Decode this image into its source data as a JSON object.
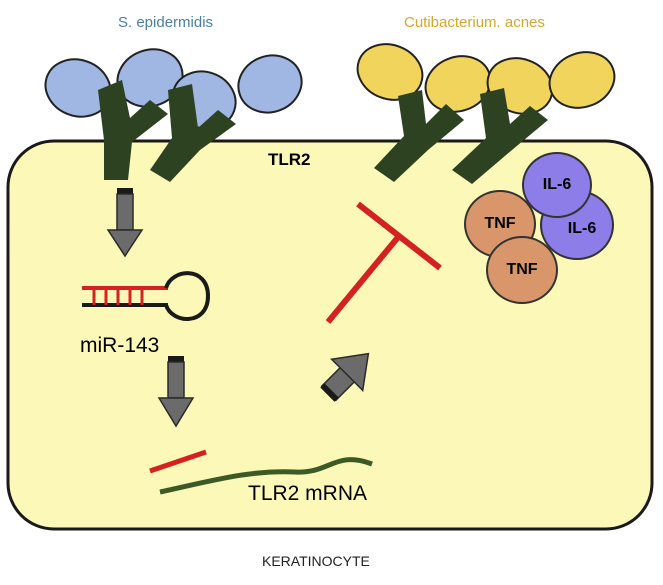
{
  "labels": {
    "bacterium_1": "S. epidermidis",
    "bacterium_2": "Cutibacterium. acnes",
    "receptor": "TLR2",
    "mirna": "miR-143",
    "mrna": "TLR2 mRNA",
    "cell": "KERATINOCYTE"
  },
  "cytokines": [
    {
      "name": "IL-6",
      "kind": "il6"
    },
    {
      "name": "IL-6",
      "kind": "il6"
    },
    {
      "name": "TNF",
      "kind": "tnf"
    },
    {
      "name": "TNF",
      "kind": "tnf"
    }
  ],
  "colors": {
    "cell_fill": "#fcf8b8",
    "receptor": "#2c4220",
    "s_epidermidis": "#9fb7e2",
    "c_acnes": "#f0d45c",
    "inhibition": "#d42222",
    "arrow": "#6b6b6b",
    "il6": "#8c7de8",
    "tnf": "#d8966a",
    "mrna_strand": "#3c5a26"
  }
}
